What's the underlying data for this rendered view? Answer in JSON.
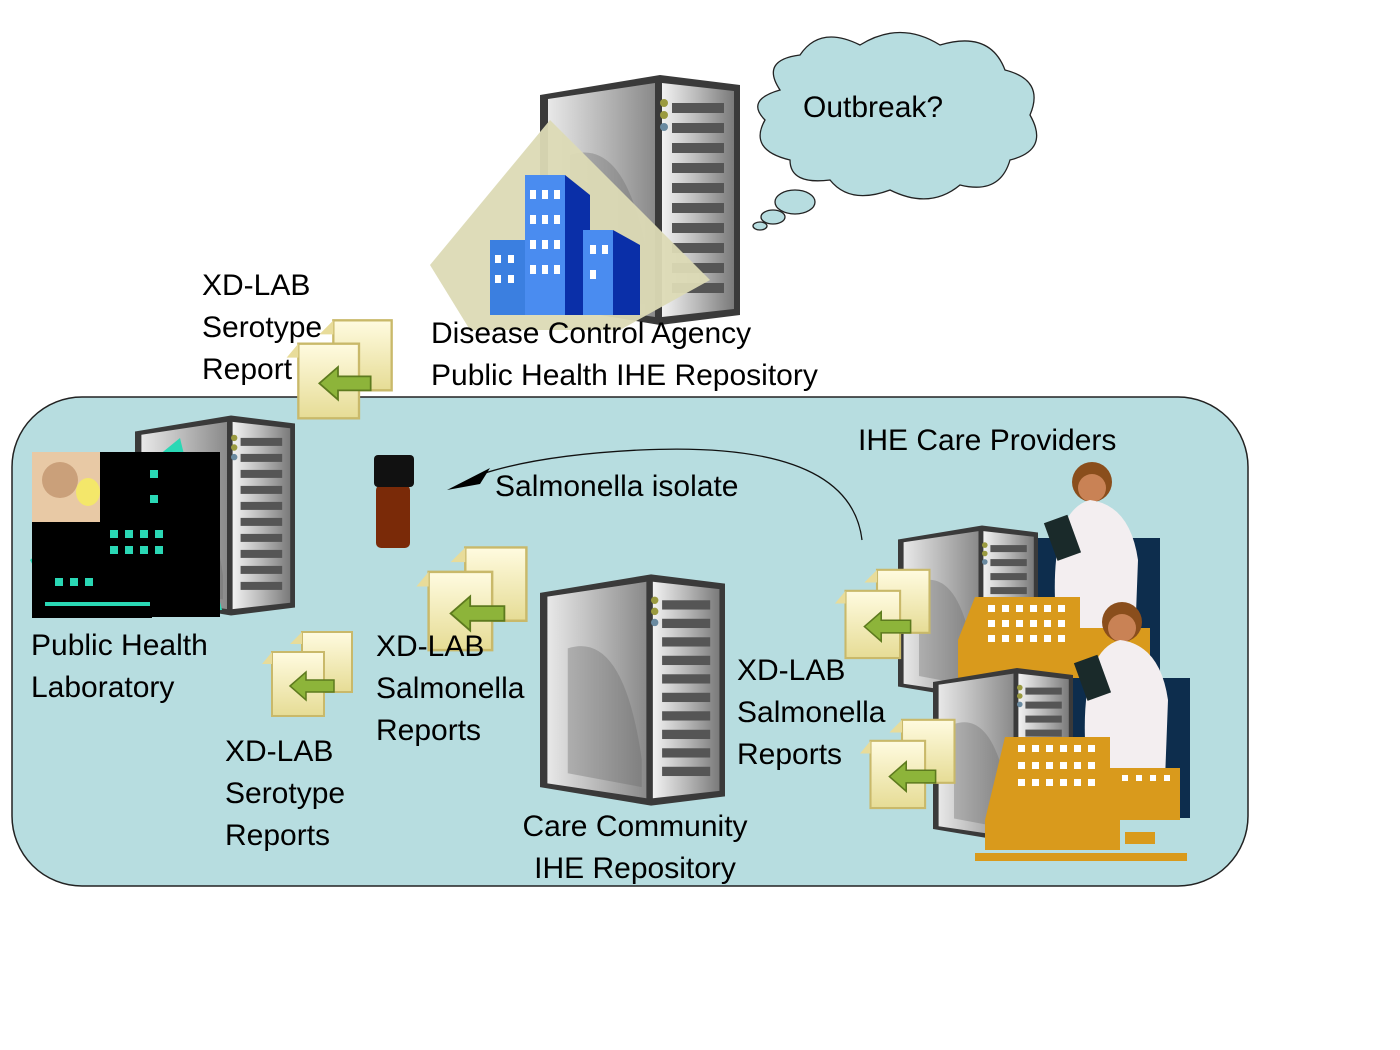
{
  "diagram": {
    "thought_bubble": "Outbreak?",
    "agency": {
      "line1": "Disease Control Agency",
      "line2": "Public Health IHE Repository"
    },
    "serotype_report_top": {
      "line1": "XD-LAB",
      "line2": "Serotype",
      "line3": "Report"
    },
    "care_providers": "IHE Care Providers",
    "isolate": "Salmonella isolate",
    "lab": {
      "line1": "Public Health",
      "line2": "Laboratory"
    },
    "salmonella_reports_center": {
      "line1": "XD-LAB",
      "line2": "Salmonella",
      "line3": "Reports"
    },
    "serotype_reports_bottom": {
      "line1": "XD-LAB",
      "line2": "Serotype",
      "line3": "Reports"
    },
    "community": {
      "line1": "Care Community",
      "line2": "IHE Repository"
    },
    "salmonella_reports_right": {
      "line1": "XD-LAB",
      "line2": "Salmonella",
      "line3": "Reports"
    }
  },
  "colors": {
    "panel": "#b7dde0",
    "cloud": "#b7dde0",
    "orange": "#d99a1c",
    "navy": "#0d2d4d",
    "doc": "#f7f0b8",
    "arrow": "#8db43a"
  }
}
